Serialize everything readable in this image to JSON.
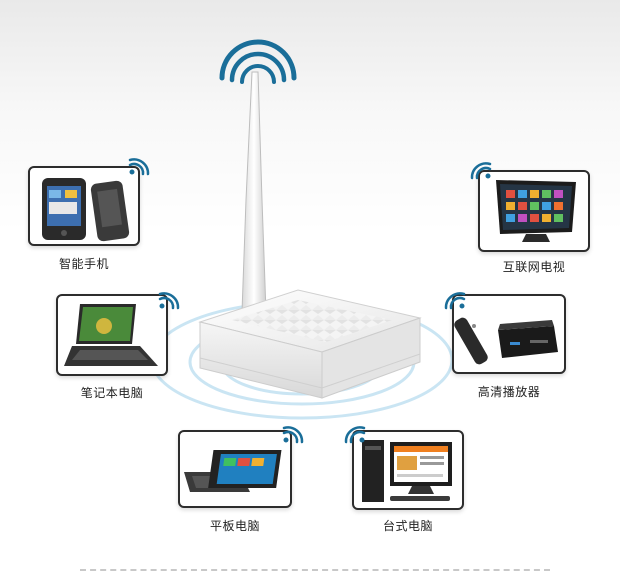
{
  "devices": {
    "smartphone": {
      "label": "智能手机",
      "icon": "smartphone-icon"
    },
    "internet_tv": {
      "label": "互联网电视",
      "icon": "tv-icon"
    },
    "laptop": {
      "label": "笔记本电脑",
      "icon": "laptop-icon"
    },
    "media_player": {
      "label": "高清播放器",
      "icon": "media-player-icon"
    },
    "tablet": {
      "label": "平板电脑",
      "icon": "tablet-icon"
    },
    "desktop": {
      "label": "台式电脑",
      "icon": "desktop-icon"
    }
  },
  "colors": {
    "wifi_blue": "#1a6e99",
    "ripple_blue": "#9fd0ea",
    "card_border": "#2d2d2d",
    "router_white": "#f2f2f2"
  }
}
